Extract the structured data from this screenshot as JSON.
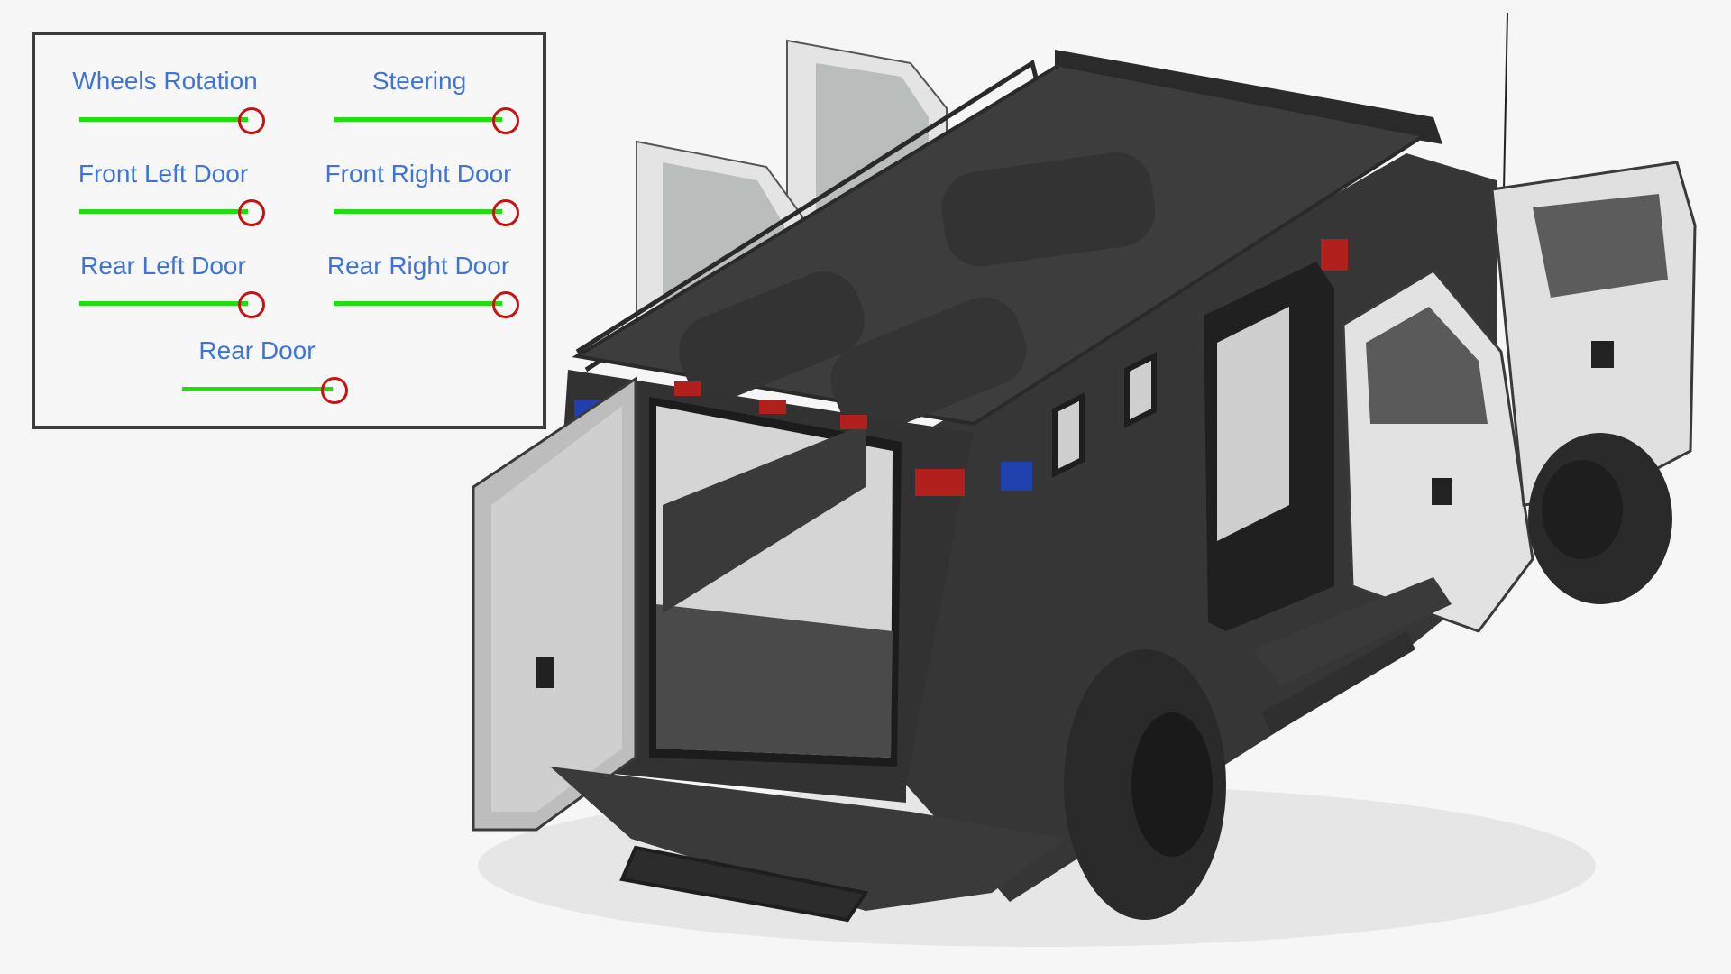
{
  "controls": {
    "wheels_rotation": {
      "label": "Wheels Rotation"
    },
    "steering": {
      "label": "Steering"
    },
    "front_left_door": {
      "label": "Front Left Door"
    },
    "front_right_door": {
      "label": "Front Right Door"
    },
    "rear_left_door": {
      "label": "Rear Left Door"
    },
    "rear_right_door": {
      "label": "Rear Right Door"
    },
    "rear_door": {
      "label": "Rear Door"
    }
  },
  "colors": {
    "background": "#f6f6f6",
    "label": "#3f74d6",
    "slider_track": "#22dd11",
    "slider_knob": "#cc1010",
    "panel_border": "#3c3c3c"
  }
}
